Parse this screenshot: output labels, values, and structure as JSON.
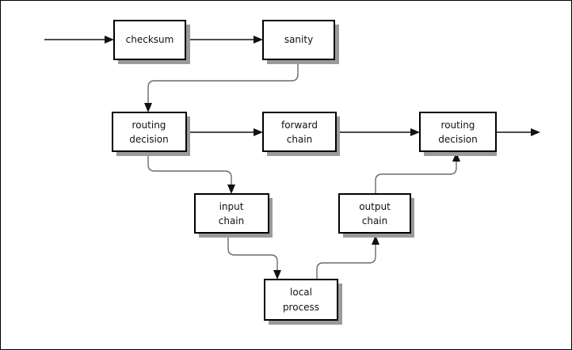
{
  "diagram": {
    "nodes": {
      "checksum": {
        "lines": [
          "checksum"
        ]
      },
      "sanity": {
        "lines": [
          "sanity"
        ]
      },
      "routing_decision_in": {
        "lines": [
          "routing",
          "decision"
        ]
      },
      "forward_chain": {
        "lines": [
          "forward",
          "chain"
        ]
      },
      "routing_decision_out": {
        "lines": [
          "routing",
          "decision"
        ]
      },
      "input_chain": {
        "lines": [
          "input",
          "chain"
        ]
      },
      "output_chain": {
        "lines": [
          "output",
          "chain"
        ]
      },
      "local_process": {
        "lines": [
          "local",
          "process"
        ]
      }
    },
    "colors": {
      "box_border": "#000000",
      "box_fill": "#ffffff",
      "shadow": "#9a9a9a",
      "edge": "#6a6a6a",
      "arrow": "#111111"
    }
  }
}
